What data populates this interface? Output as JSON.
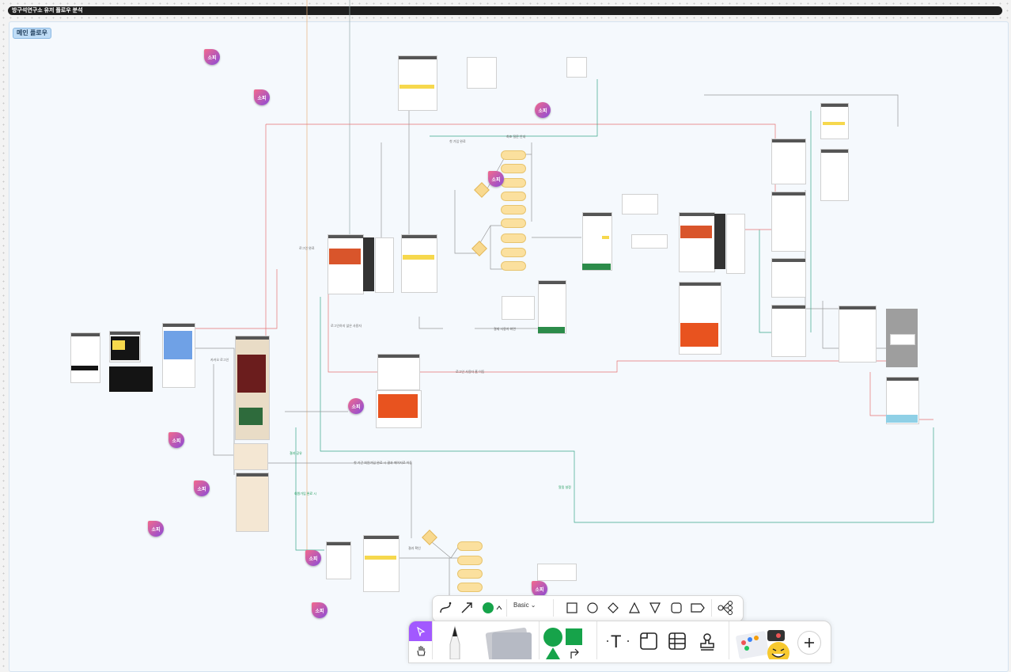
{
  "window": {
    "title": "방구석연구소 유저 플로우 분석"
  },
  "section": {
    "label": "메인 플로우"
  },
  "comments": {
    "label": "소피"
  },
  "connectors": {
    "c1": "로그인 완료",
    "c2": "첫 가입 완료",
    "c3": "최초 질문 안내",
    "c4": "로그인하지 않은 사용자",
    "c5": "첫 기간 회원가입 완료 시 결과 페이지로 이동",
    "c6": "회원가입 완료 시",
    "c7": "결과 공유",
    "c8": "로그인 사용자 홈 이동",
    "c9": "알림 설정",
    "c10": "결제 사용자 화면",
    "c11": "카카오 로그인",
    "c12": "결과 확인"
  },
  "toolbar": {
    "line_style": "Basic",
    "icons": {
      "connector": "curved-connector-icon",
      "arrow": "arrow-line-icon",
      "color": "color-swatch-icon",
      "square": "square-shape-icon",
      "circle": "circle-shape-icon",
      "diamond": "diamond-shape-icon",
      "triangle": "triangle-shape-icon",
      "triangle_down": "triangle-down-shape-icon",
      "rounded": "rounded-rect-shape-icon",
      "tag": "tag-shape-icon",
      "tree": "mind-map-icon",
      "cursor": "cursor-icon",
      "hand": "hand-icon",
      "text": "text-tool-icon",
      "frame": "frame-tool-icon",
      "table": "table-tool-icon",
      "stamp": "stamp-tool-icon",
      "plus": "plus-icon"
    },
    "colors": {
      "accent": "#a259ff",
      "shape": "#16a34a"
    }
  }
}
